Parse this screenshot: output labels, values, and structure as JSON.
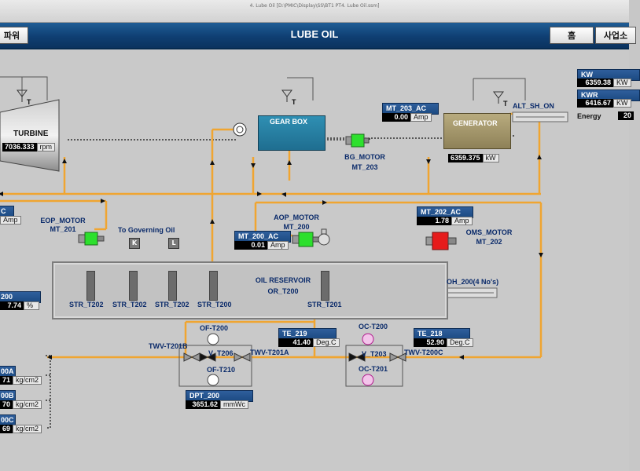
{
  "window": {
    "title": "4. Lube Oil   [D:\\PMIC\\Display\\SS\\BT1 PT4. Lube Oil.ssm]"
  },
  "header": {
    "left_button": "파워",
    "title": "LUBE OIL",
    "home_button": "홈",
    "site_button": "사업소"
  },
  "turbine": {
    "label": "TURBINE",
    "speed": "7036.333",
    "speed_unit": "rpm"
  },
  "gearbox": {
    "label": "GEAR BOX"
  },
  "generator": {
    "label": "GENERATOR",
    "power": "6359.375",
    "power_unit": "kW"
  },
  "tags": {
    "mt203": {
      "name": "MT_203_AC",
      "value": "0.00",
      "unit": "Amp"
    },
    "mt202": {
      "name": "MT_202_AC",
      "value": "1.78",
      "unit": "Amp"
    },
    "mt200": {
      "name": "MT_200_AC",
      "value": "0.01",
      "unit": "Amp"
    },
    "te219": {
      "name": "TE_219",
      "value": "41.40",
      "unit": "Deg.C"
    },
    "te218": {
      "name": "TE_218",
      "value": "52.90",
      "unit": "Deg.C"
    },
    "dpt200": {
      "name": "DPT_200",
      "value": "3651.62",
      "unit": "mmWc"
    },
    "left_amp": {
      "name": "C",
      "value": "",
      "unit": "Amp"
    },
    "left_level": {
      "name": "200",
      "value": "7.74",
      "unit": "%"
    },
    "left_p_a": {
      "name": "00A",
      "value": "71",
      "unit": "kg/cm2"
    },
    "left_p_b": {
      "name": "00B",
      "value": "70",
      "unit": "kg/cm2"
    },
    "left_p_c": {
      "name": "00C",
      "value": "69",
      "unit": "kg/cm2"
    }
  },
  "right_panel": {
    "kw": {
      "name": "KW",
      "value": "6359.38",
      "unit": "KW"
    },
    "kwr": {
      "name": "KWR",
      "value": "6416.67",
      "unit": "KW"
    },
    "energy": {
      "name": "Energy",
      "value": "20"
    }
  },
  "labels": {
    "bg_motor": "BG_MOTOR",
    "mt_203": "MT_203",
    "alt_sh_on": "ALT_SH_ON",
    "eop_motor": "EOP_MOTOR",
    "mt_201": "MT_201",
    "to_governing_oil": "To Governing Oil",
    "aop_motor": "AOP_MOTOR",
    "mt_200": "MT_200",
    "oms_motor": "OMS_MOTOR",
    "mt_202": "MT_202",
    "oil_reservoir": "OIL RESERVOIR",
    "or_t200": "OR_T200",
    "oh_200": "OH_200(4 No's)",
    "str_t202a": "STR_T202",
    "str_t202b": "STR_T202",
    "str_t202c": "STR_T202",
    "str_t200": "STR_T200",
    "str_t201": "STR_T201",
    "of_t200": "OF-T200",
    "of_t210": "OF-T210",
    "twv_t201b": "TWV-T201B",
    "twv_t201a": "TWV-T201A",
    "v_t206": "V_T206",
    "oc_t200": "OC-T200",
    "oc_t201": "OC-T201",
    "v_t203": "V_T203",
    "twv_t200c": "TWV-T200C",
    "t_mark": "T",
    "k": "K",
    "l": "L"
  }
}
